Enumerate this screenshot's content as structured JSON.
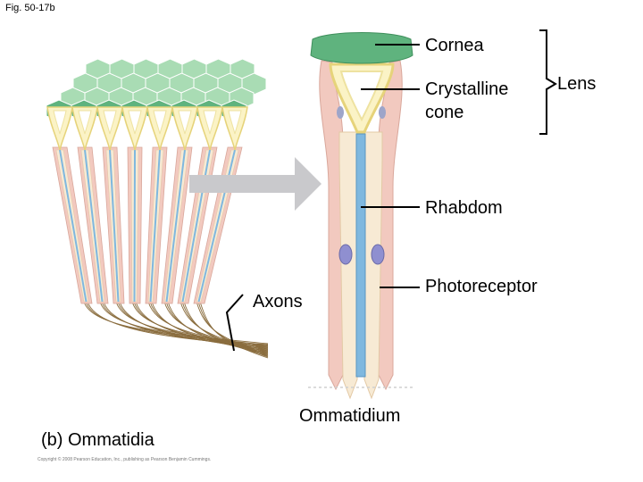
{
  "figure_id": "Fig. 50-17b",
  "labels": {
    "cornea": "Cornea",
    "crystalline_cone_line1": "Crystalline",
    "crystalline_cone_line2": "cone",
    "lens": "Lens",
    "rhabdom": "Rhabdom",
    "photoreceptor": "Photoreceptor",
    "axons": "Axons",
    "ommatidium": "Ommatidium",
    "ommatidia": "(b) Ommatidia"
  },
  "copyright": "Copyright © 2008 Pearson Education, Inc., publishing as Pearson Benjamin Cummings.",
  "colors": {
    "cornea": "#5fb37e",
    "cornea_light": "#a9dcb4",
    "cone_fill": "#fbf3c6",
    "cone_outline": "#e6d37a",
    "sheath": "#f2c9bf",
    "cell_body": "#f7ead4",
    "rhabdom": "#7fb8df",
    "nucleus": "#8f8fd0",
    "arrow": "#c9c9cc",
    "axon": "#8a6d3e"
  }
}
